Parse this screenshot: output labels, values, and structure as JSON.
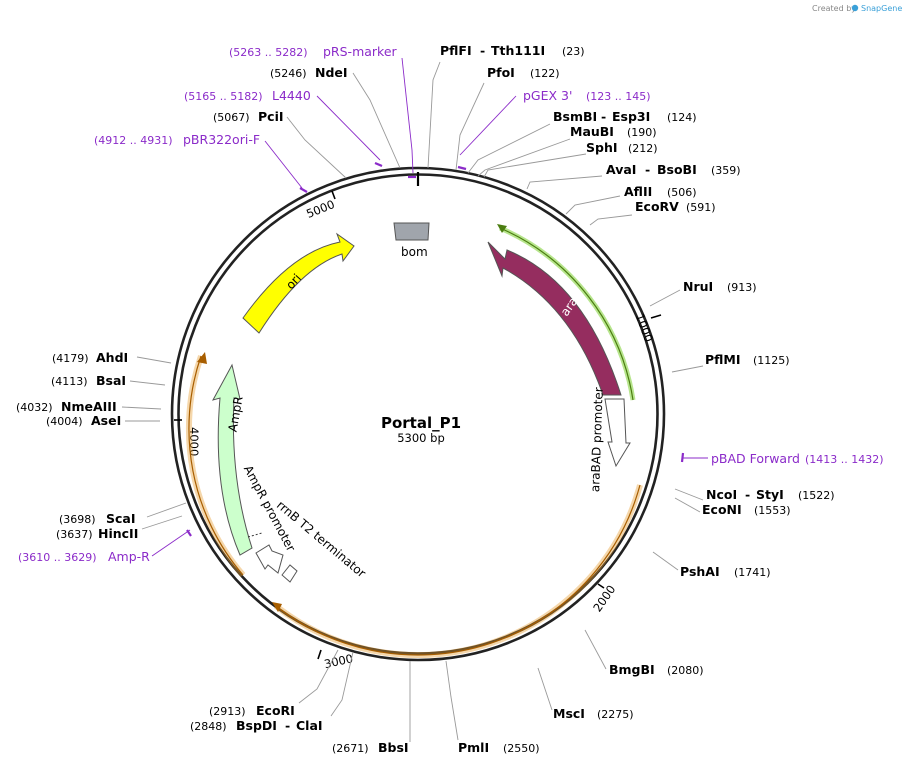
{
  "branding": {
    "created_by": "Created by",
    "app_name": "SnapGene"
  },
  "plasmid": {
    "name": "Portal_P1",
    "size_text": "5300 bp",
    "length": 5300
  },
  "ticks": [
    "1000",
    "2000",
    "3000",
    "4000",
    "5000"
  ],
  "enzymes": [
    {
      "name": "PflFI",
      "name2": "Tth111I",
      "pos": "(23)"
    },
    {
      "name": "PfoI",
      "pos": "(122)"
    },
    {
      "name": "BsmBI",
      "name2": "Esp3I",
      "pos": "(124)"
    },
    {
      "name": "MauBI",
      "pos": "(190)"
    },
    {
      "name": "SphI",
      "pos": "(212)"
    },
    {
      "name": "AvaI",
      "name2": "BsoBI",
      "pos": "(359)"
    },
    {
      "name": "AflII",
      "pos": "(506)"
    },
    {
      "name": "EcoRV",
      "pos": "(591)"
    },
    {
      "name": "NruI",
      "pos": "(913)"
    },
    {
      "name": "PflMI",
      "pos": "(1125)"
    },
    {
      "name": "NcoI",
      "name2": "StyI",
      "pos": "(1522)"
    },
    {
      "name": "EcoNI",
      "pos": "(1553)"
    },
    {
      "name": "PshAI",
      "pos": "(1741)"
    },
    {
      "name": "BmgBI",
      "pos": "(2080)"
    },
    {
      "name": "MscI",
      "pos": "(2275)"
    },
    {
      "name": "PmlI",
      "pos": "(2550)"
    },
    {
      "name": "BbsI",
      "pos": "(2671)"
    },
    {
      "name": "BspDI",
      "name2": "ClaI",
      "pos": "(2848)"
    },
    {
      "name": "EcoRI",
      "pos": "(2913)"
    },
    {
      "name": "HincII",
      "pos": "(3637)"
    },
    {
      "name": "ScaI",
      "pos": "(3698)"
    },
    {
      "name": "AseI",
      "pos": "(4004)"
    },
    {
      "name": "NmeAIII",
      "pos": "(4032)"
    },
    {
      "name": "BsaI",
      "pos": "(4113)"
    },
    {
      "name": "AhdI",
      "pos": "(4179)"
    },
    {
      "name": "PciI",
      "pos": "(5067)"
    },
    {
      "name": "NdeI",
      "pos": "(5246)"
    }
  ],
  "primers": [
    {
      "name": "pRS-marker",
      "range": "(5263 .. 5282)"
    },
    {
      "name": "pGEX 3'",
      "range": "(123 .. 145)"
    },
    {
      "name": "L4440",
      "range": "(5165 .. 5182)"
    },
    {
      "name": "pBR322ori-F",
      "range": "(4912 .. 4931)"
    },
    {
      "name": "pBAD Forward",
      "range": "(1413 .. 1432)"
    },
    {
      "name": "Amp-R",
      "range": "(3610 .. 3629)"
    }
  ],
  "features": {
    "bom": "bom",
    "ori": "ori",
    "araC": "araC",
    "araBAD": "araBAD promoter",
    "AmpR": "AmpR",
    "AmpR_promoter": "AmpR promoter",
    "rrnB": "rrnB T2 terminator"
  },
  "colors": {
    "backbone": "#222222",
    "ori": "#FFFF00",
    "araC": "#952D5F",
    "AmpR": "#CCFFCC",
    "bom": "#A0A5AC",
    "primer": "#8B2BC9",
    "orf_orange": "#E69A2E",
    "orf_green": "#7CCF2F"
  }
}
